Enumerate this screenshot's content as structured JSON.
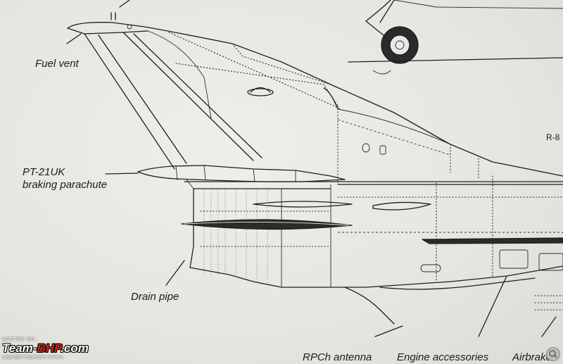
{
  "labels": {
    "fuel_vent": "Fuel vent",
    "parachute_line1": "PT-21UK",
    "parachute_line2": "braking parachute",
    "drain_pipe": "Drain pipe",
    "rpch_antenna": "RPCh antenna",
    "engine_accessories": "Engine accessories",
    "airbrake": "Airbrake",
    "partial_code": "R-8"
  },
  "watermark": {
    "hosted": "HOSTED ON :",
    "brand_part1": "Team-",
    "brand_part2": "BHP",
    "brand_part3": ".com",
    "copyright": "copyright respective owners"
  },
  "colors": {
    "ink": "#1e1e1e",
    "paper": "#e9e9e4",
    "brand_red": "#d0241b"
  },
  "icons": [
    "zoom-icon"
  ]
}
